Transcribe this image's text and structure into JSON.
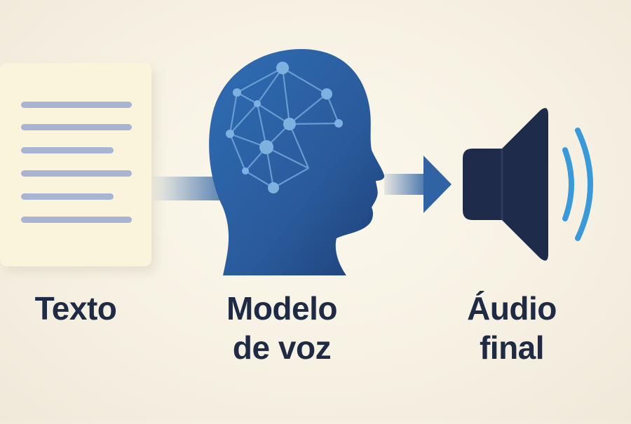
{
  "steps": [
    {
      "name": "Texto",
      "lines": [
        "Texto"
      ]
    },
    {
      "name": "Modelo de voz",
      "lines": [
        "Modelo",
        "de voz"
      ]
    },
    {
      "name": "Áudio final",
      "lines": [
        "Áudio",
        "final"
      ]
    }
  ],
  "icons": {
    "document": "document-icon",
    "head": "ai-head-icon",
    "speaker": "speaker-icon"
  },
  "colors": {
    "background": "#f6f1e3",
    "text": "#1f2a44",
    "head_blue": "#2a5fa0",
    "arrow_blue": "#2f63a3",
    "speaker_dark": "#1f2b4a",
    "wave_blue": "#3a9ad9",
    "doc_lines": "#a9b4d2"
  }
}
